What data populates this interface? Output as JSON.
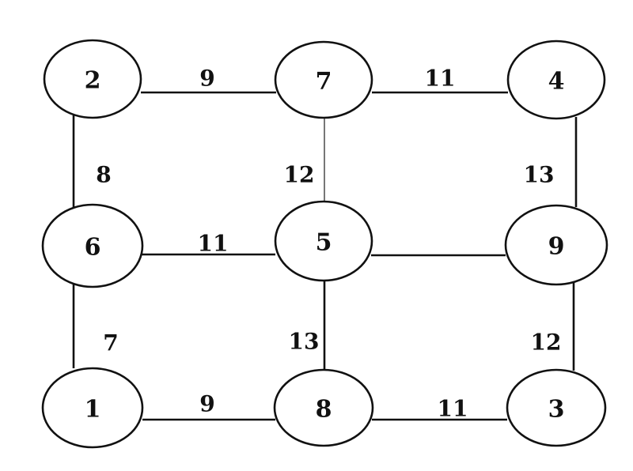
{
  "nodes": [
    {
      "id": "2",
      "label": "2"
    },
    {
      "id": "7",
      "label": "7"
    },
    {
      "id": "4",
      "label": "4"
    },
    {
      "id": "6",
      "label": "6"
    },
    {
      "id": "5",
      "label": "5"
    },
    {
      "id": "9",
      "label": "9"
    },
    {
      "id": "1",
      "label": "1"
    },
    {
      "id": "8",
      "label": "8"
    },
    {
      "id": "3",
      "label": "3"
    }
  ],
  "edges": [
    {
      "from": "2",
      "to": "7",
      "weight": "9"
    },
    {
      "from": "7",
      "to": "4",
      "weight": "11"
    },
    {
      "from": "2",
      "to": "6",
      "weight": "8"
    },
    {
      "from": "7",
      "to": "5",
      "weight": "12"
    },
    {
      "from": "4",
      "to": "9",
      "weight": "13"
    },
    {
      "from": "6",
      "to": "5",
      "weight": "11"
    },
    {
      "from": "5",
      "to": "9",
      "weight": ""
    },
    {
      "from": "6",
      "to": "1",
      "weight": "7"
    },
    {
      "from": "5",
      "to": "8",
      "weight": "13"
    },
    {
      "from": "9",
      "to": "3",
      "weight": "12"
    },
    {
      "from": "1",
      "to": "8",
      "weight": "9"
    },
    {
      "from": "8",
      "to": "3",
      "weight": "11"
    }
  ]
}
